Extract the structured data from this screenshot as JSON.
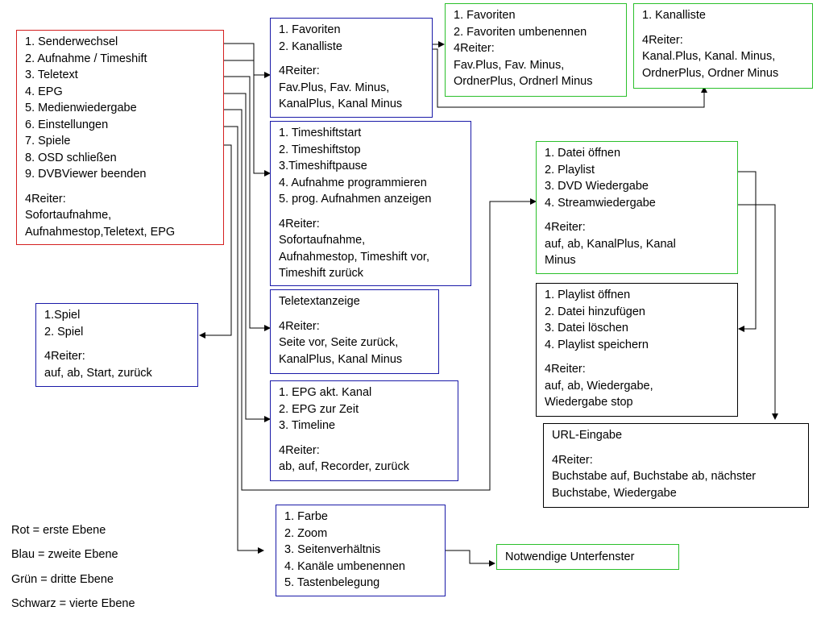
{
  "boxes": {
    "main": {
      "items": [
        "1. Senderwechsel",
        "2. Aufnahme / Timeshift",
        "3. Teletext",
        "4. EPG",
        "5. Medienwiedergabe",
        "6. Einstellungen",
        "7. Spiele",
        "8. OSD schließen",
        "9. DVBViewer beenden"
      ],
      "tabs_label": "4Reiter:",
      "tabs": [
        "Sofortaufnahme,",
        "Aufnahmestop,Teletext, EPG"
      ]
    },
    "senderwechsel": {
      "items": [
        "1. Favoriten",
        "2. Kanalliste"
      ],
      "tabs_label": "4Reiter:",
      "tabs": [
        "Fav.Plus, Fav. Minus,",
        "KanalPlus, Kanal Minus"
      ]
    },
    "favoriten": {
      "items": [
        "1. Favoriten",
        "2. Favoriten umbenennen"
      ],
      "tabs_label": "4Reiter:",
      "tabs": [
        "Fav.Plus, Fav. Minus,",
        "OrdnerPlus, Ordnerl Minus"
      ]
    },
    "kanalliste": {
      "items": [
        "1. Kanalliste"
      ],
      "tabs_label": "4Reiter:",
      "tabs": [
        "Kanal.Plus, Kanal. Minus,",
        "OrdnerPlus, Ordner Minus"
      ]
    },
    "aufnahme": {
      "items": [
        "1. Timeshiftstart",
        "2. Timeshiftstop",
        "3.Timeshiftpause",
        "4. Aufnahme programmieren",
        "5. prog. Aufnahmen anzeigen"
      ],
      "tabs_label": "4Reiter:",
      "tabs": [
        "Sofortaufnahme,",
        "Aufnahmestop, Timeshift vor,",
        "Timeshift zurück"
      ]
    },
    "teletext": {
      "items": [
        "Teletextanzeige"
      ],
      "tabs_label": "4Reiter:",
      "tabs": [
        "Seite vor, Seite zurück,",
        "KanalPlus, Kanal Minus"
      ]
    },
    "epg": {
      "items": [
        "1. EPG akt. Kanal",
        "2. EPG zur Zeit",
        "3. Timeline"
      ],
      "tabs_label": "4Reiter:",
      "tabs": [
        "ab, auf, Recorder, zurück"
      ]
    },
    "einstellungen": {
      "items": [
        "1. Farbe",
        "2. Zoom",
        "3. Seitenverhältnis",
        "4. Kanäle umbenennen",
        "5. Tastenbelegung"
      ]
    },
    "unterfenster": {
      "label": "Notwendige Unterfenster"
    },
    "spiele": {
      "items": [
        "1.Spiel",
        "2. Spiel"
      ],
      "tabs_label": "4Reiter:",
      "tabs": [
        "auf, ab, Start, zurück"
      ]
    },
    "medien": {
      "items": [
        "1. Datei öffnen",
        "2. Playlist",
        "3. DVD Wiedergabe",
        "4. Streamwiedergabe"
      ],
      "tabs_label": "4Reiter:",
      "tabs": [
        "auf, ab, KanalPlus, Kanal",
        "Minus"
      ]
    },
    "playlist": {
      "items": [
        "1. Playlist öffnen",
        "2. Datei hinzufügen",
        "3. Datei löschen",
        "4. Playlist speichern"
      ],
      "tabs_label": "4Reiter:",
      "tabs": [
        "auf, ab, Wiedergabe,",
        "Wiedergabe stop"
      ]
    },
    "url": {
      "items": [
        "URL-Eingabe"
      ],
      "tabs_label": "4Reiter:",
      "tabs": [
        "Buchstabe auf, Buchstabe ab, nächster",
        "Buchstabe, Wiedergabe"
      ]
    }
  },
  "legend": [
    "Rot = erste Ebene",
    "Blau = zweite Ebene",
    "Grün = dritte Ebene",
    "Schwarz = vierte Ebene"
  ],
  "colors": {
    "level1": "#d42020",
    "level2": "#1a1aa8",
    "level3": "#2bc02b",
    "level4": "#000000"
  }
}
